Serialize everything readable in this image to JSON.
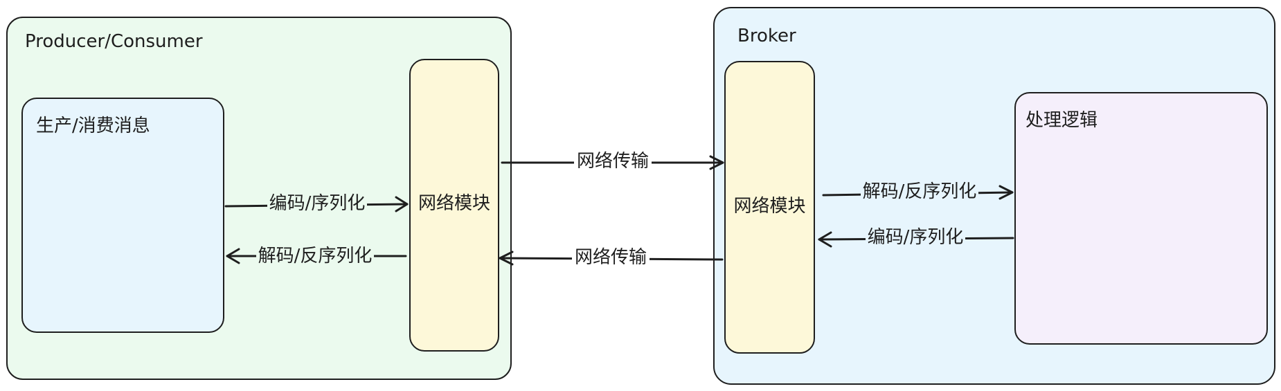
{
  "producer": {
    "title": "Producer/Consumer",
    "app_box_label": "生产/消费消息",
    "network_module": "网络模块",
    "encode_label": "编码/序列化",
    "decode_label": "解码/反序列化"
  },
  "broker": {
    "title": "Broker",
    "network_module": "网络模块",
    "logic_box_label": "处理逻辑",
    "decode_label": "解码/反序列化",
    "encode_label": "编码/序列化"
  },
  "transport": {
    "top_label": "网络传输",
    "bottom_label": "网络传输"
  },
  "colors": {
    "stroke": "#1e1e1e",
    "producer_bg": "#ebfaee",
    "broker_bg": "#e7f5fd",
    "module_bg": "#fdf8d9",
    "app_bg": "#e7f5fd",
    "logic_bg": "#f5effb"
  }
}
